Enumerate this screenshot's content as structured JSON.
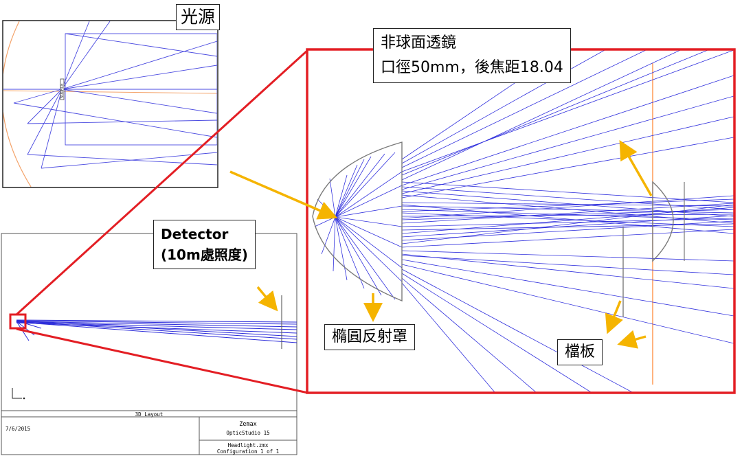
{
  "colors": {
    "ray": "#2b2bd9",
    "optic_axis": "#ff8a3a",
    "frame_red": "#e31e24",
    "arrow": "#f5b400",
    "gray_lens": "#7a7a7a"
  },
  "labels": {
    "light_source": "光源",
    "asphere_line1": "非球面透鏡",
    "asphere_line2": "口徑50mm，後焦距18.04",
    "detector_line1": "Detector",
    "detector_line2": "(10m處照度)",
    "ellipsoid_reflector": "橢圓反射罩",
    "baffle": "檔板"
  },
  "zemax": {
    "layout_title": "3D Layout",
    "date": "7/6/2015",
    "software_line1": "Zemax",
    "software_line2": "OpticStudio 15",
    "file_name": "Headlight.zmx",
    "configuration": "Configuration 1 of 1",
    "source_tag": "SOURCE"
  },
  "icons": [
    "arrow-icon",
    "axis-triad-icon"
  ]
}
